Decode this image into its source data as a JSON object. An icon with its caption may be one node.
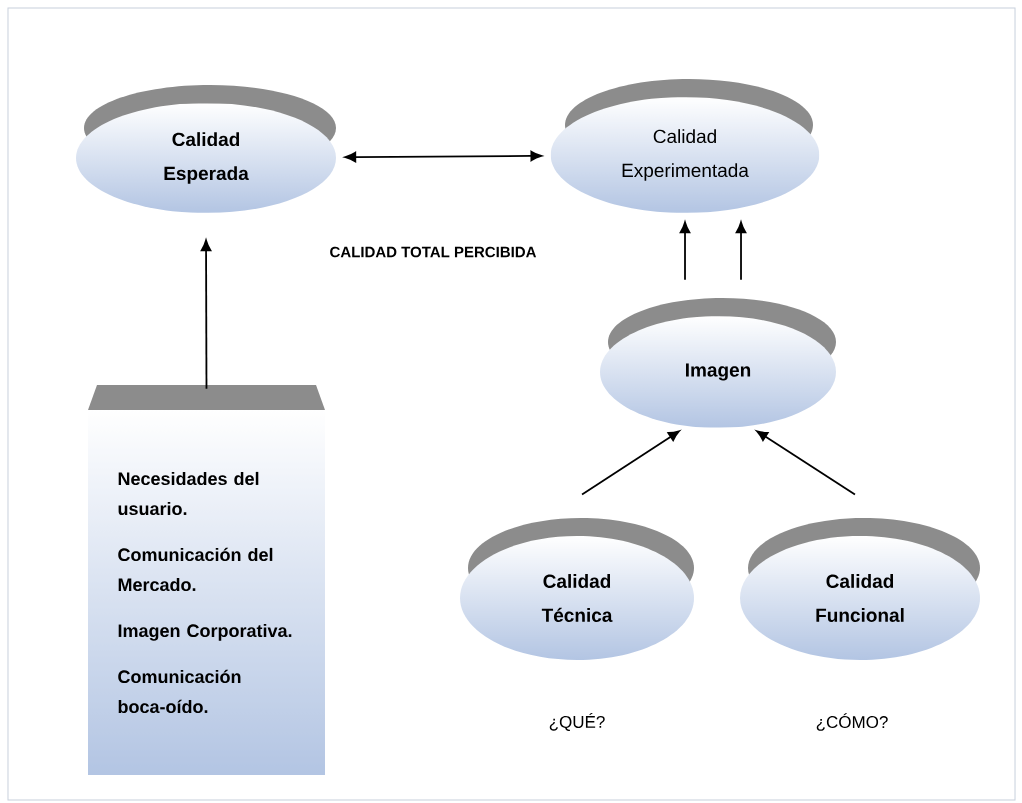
{
  "diagram": {
    "nodes": [
      {
        "text": [
          "Calidad Esperada"
        ]
      },
      {
        "text": [
          "Calidad Experimentada"
        ]
      },
      {
        "text": [
          "Imagen"
        ]
      },
      {
        "text": [
          "Calidad Técnica"
        ],
        "beside": [
          "¿QUÉ?"
        ]
      },
      {
        "text": [
          "Calidad Funcional"
        ],
        "beside": [
          "¿CÓMO?"
        ]
      },
      {
        "text": [
          "Necesidades del usuario.",
          "Comunicación del Mercado.",
          "Imagen Corporativa.",
          "Comunicación boca-oído."
        ]
      }
    ],
    "edges": [
      {
        "from": 0,
        "to": 1,
        "arrow": "both"
      },
      {
        "from": 5,
        "to": 0,
        "arrow": "to"
      },
      {
        "from": 2,
        "to": 1,
        "arrow": "to"
      },
      {
        "from": 2,
        "to": 1,
        "arrow": "to"
      },
      {
        "from": 3,
        "to": 2,
        "arrow": "to"
      },
      {
        "from": 4,
        "to": 2,
        "arrow": "to"
      }
    ],
    "labels": [
      "CALIDAD TOTAL PERCIBIDA"
    ]
  }
}
